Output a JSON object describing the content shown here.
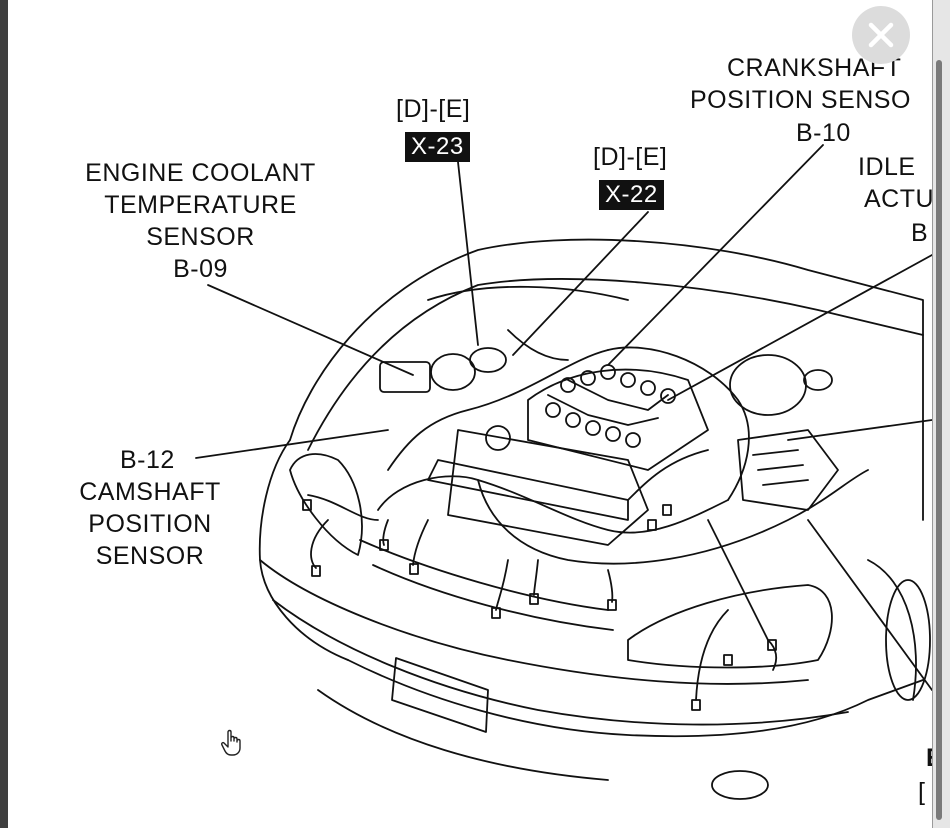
{
  "viewer": {
    "close_icon": "close-icon",
    "cursor_icon": "hand-pointer-icon"
  },
  "diagram": {
    "labels": {
      "ect_title": [
        "ENGINE COOLANT",
        "TEMPERATURE",
        "SENSOR"
      ],
      "ect_code": "B-09",
      "cmp_code": "B-12",
      "cmp_title": [
        "CAMSHAFT",
        "POSITION",
        "SENSOR"
      ],
      "x23_ref": "[D]-[E]",
      "x23_tag": "X-23",
      "x22_ref": "[D]-[E]",
      "x22_tag": "X-22",
      "ckp_title": [
        "CRANKSHAFT",
        "POSITION SENSO"
      ],
      "ckp_code": "B-10",
      "idle_title": [
        "IDLE",
        "ACTU"
      ],
      "idle_code": "B",
      "edge_code": "[",
      "edge_letter": "E"
    }
  }
}
